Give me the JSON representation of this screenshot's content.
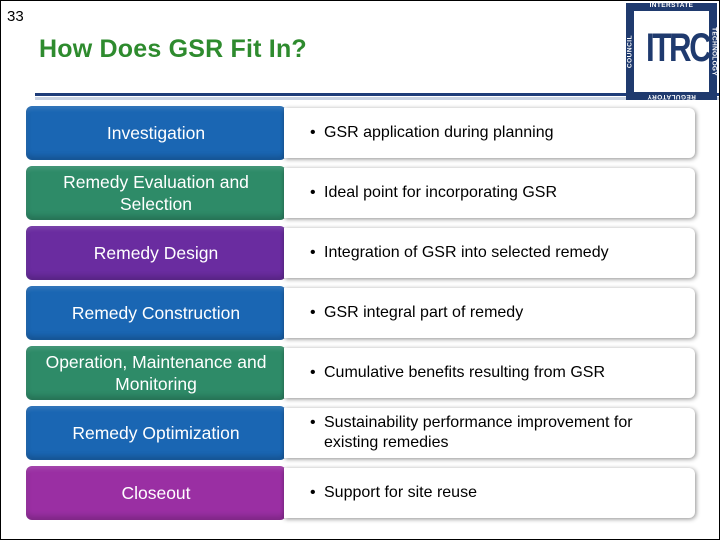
{
  "slide_number": "33",
  "title": "How Does GSR Fit In?",
  "logo": {
    "mark": "ITRC",
    "top": "INTERSTATE",
    "right": "TECHNOLOGY",
    "bottom": "REGULATORY",
    "left": "COUNCIL"
  },
  "bullet": "•",
  "rows": [
    {
      "stage": "Investigation",
      "note": "GSR application during planning",
      "color": "#1a66b3"
    },
    {
      "stage": "Remedy Evaluation and Selection",
      "note": "Ideal point for incorporating GSR",
      "color": "#2e8b68"
    },
    {
      "stage": "Remedy Design",
      "note": "Integration of GSR into selected remedy",
      "color": "#6a2ca0"
    },
    {
      "stage": "Remedy Construction",
      "note": "GSR integral part of remedy",
      "color": "#1a66b3"
    },
    {
      "stage": "Operation, Maintenance and Monitoring",
      "note": "Cumulative benefits resulting from GSR",
      "color": "#2e8b68"
    },
    {
      "stage": "Remedy Optimization",
      "note": "Sustainability performance improvement for existing remedies",
      "color": "#1a66b3"
    },
    {
      "stage": "Closeout",
      "note": "Support for site reuse",
      "color": "#9a2fa3"
    }
  ]
}
